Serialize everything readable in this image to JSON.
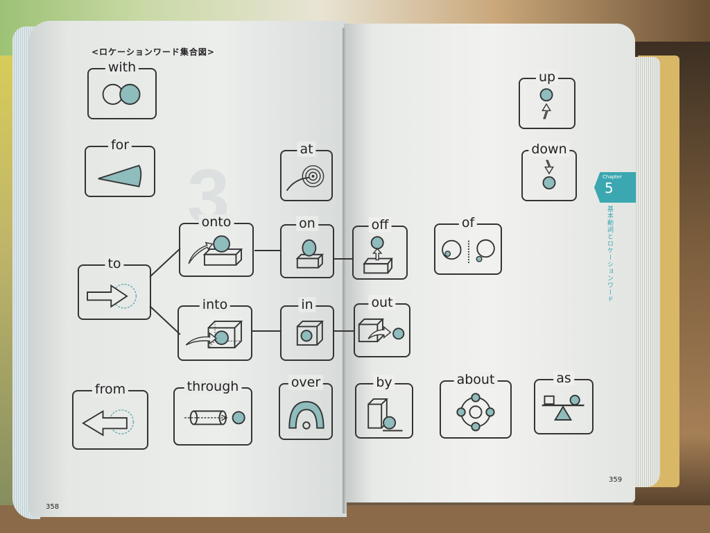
{
  "left_page": {
    "heading": "<ロケーションワード集合図>",
    "page_number": "358",
    "watermark_digit": "3"
  },
  "right_page": {
    "page_number": "359",
    "chapter_tab": {
      "label": "Chapter",
      "number": "5",
      "color": "#3ba7b0"
    },
    "chapter_title_vertical": "基本動詞とロケーションワード"
  },
  "cards": {
    "with": "with",
    "for": "for",
    "at": "at",
    "to": "to",
    "onto": "onto",
    "on": "on",
    "off": "off",
    "of": "of",
    "into": "into",
    "in": "in",
    "out": "out",
    "from": "from",
    "through": "through",
    "over": "over",
    "by": "by",
    "about": "about",
    "as": "as",
    "up": "up",
    "down": "down"
  },
  "colors": {
    "accent_fill": "#8fbcbd",
    "line": "#333333"
  }
}
